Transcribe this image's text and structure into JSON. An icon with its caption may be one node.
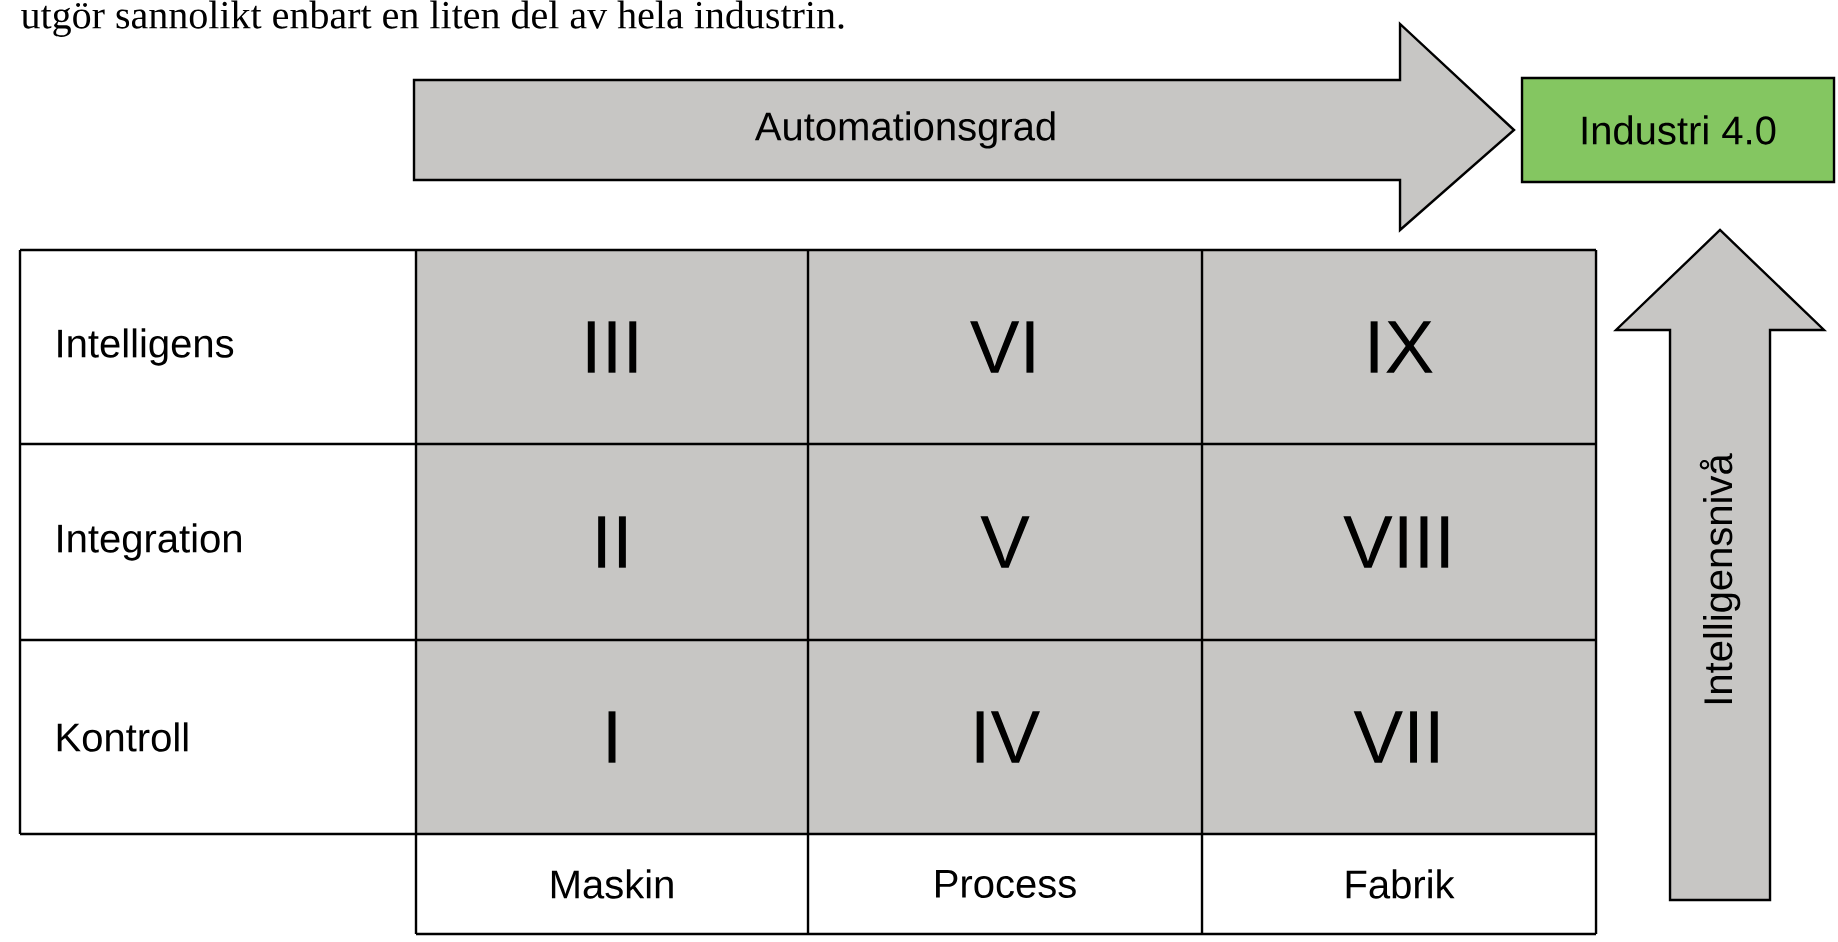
{
  "diagram": {
    "nodes": [
      {
        "text": [
          "Automationsgrad"
        ]
      },
      {
        "text": [
          "Industri 4.0"
        ]
      },
      {
        "text": [
          "Intelligensnivå"
        ]
      }
    ],
    "labels": [
      "utgör sannolikt enbart en liten del av hela industrin.",
      "Intelligens",
      "III",
      "VI",
      "IX",
      "Integration",
      "II",
      "V",
      "VIII",
      "Kontroll",
      "I",
      "IV",
      "VII",
      "Maskin",
      "Process",
      "Fabrik"
    ]
  }
}
